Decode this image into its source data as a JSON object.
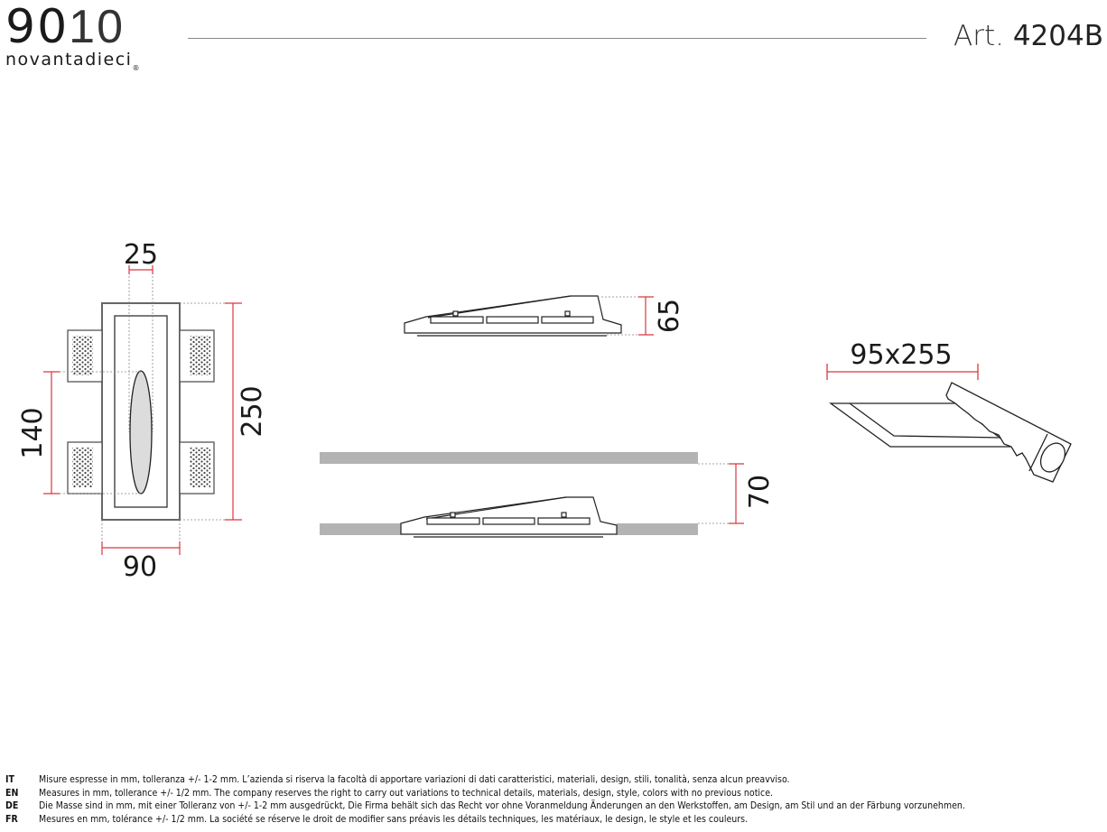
{
  "header": {
    "logo": {
      "number_bold": "90",
      "number_light": "10",
      "wordmark": "novantadieci",
      "registered": "®"
    },
    "article": {
      "prefix": "Art.",
      "code": "4204B"
    }
  },
  "drawing": {
    "front_view": {
      "dimensions": {
        "slot_width": "25",
        "fixing_distance": "140",
        "height": "250",
        "width": "90"
      }
    },
    "side_view": {
      "dimensions": {
        "depth": "65"
      }
    },
    "installed_view": {
      "dimensions": {
        "min_cavity": "70"
      }
    },
    "cut_out_view": {
      "dimensions": {
        "cut_out": "95x255"
      }
    },
    "colors": {
      "dimension_line": "#d9373f",
      "outline": "#555555",
      "wall": "#b3b3b3",
      "lens": "#dcdcdc"
    }
  },
  "footer": {
    "notes": [
      {
        "lang": "IT",
        "text": "Misure espresse in mm, tolleranza +/- 1-2 mm. L’azienda si riserva la facoltà di apportare variazioni di dati caratteristici, materiali, design, stili, tonalità, senza alcun preavviso."
      },
      {
        "lang": "EN",
        "text": "Measures in mm, tollerance +/- 1/2 mm. The company reserves the right to carry out variations to technical details, materials, design, style, colors with no previous notice."
      },
      {
        "lang": "DE",
        "text": "Die Masse sind in mm, mit einer Tolleranz von +/- 1-2 mm ausgedrückt, Die Firma behält sich das Recht vor ohne Voranmeldung Änderungen an den Werkstoffen, am Design, am Stil und an der Färbung vorzunehmen."
      },
      {
        "lang": "FR",
        "text": "Mesures en mm, tolérance +/- 1/2 mm. La société se réserve le droit de modifier sans préavis les détails techniques, les matériaux, le design, le style et les couleurs."
      }
    ]
  }
}
